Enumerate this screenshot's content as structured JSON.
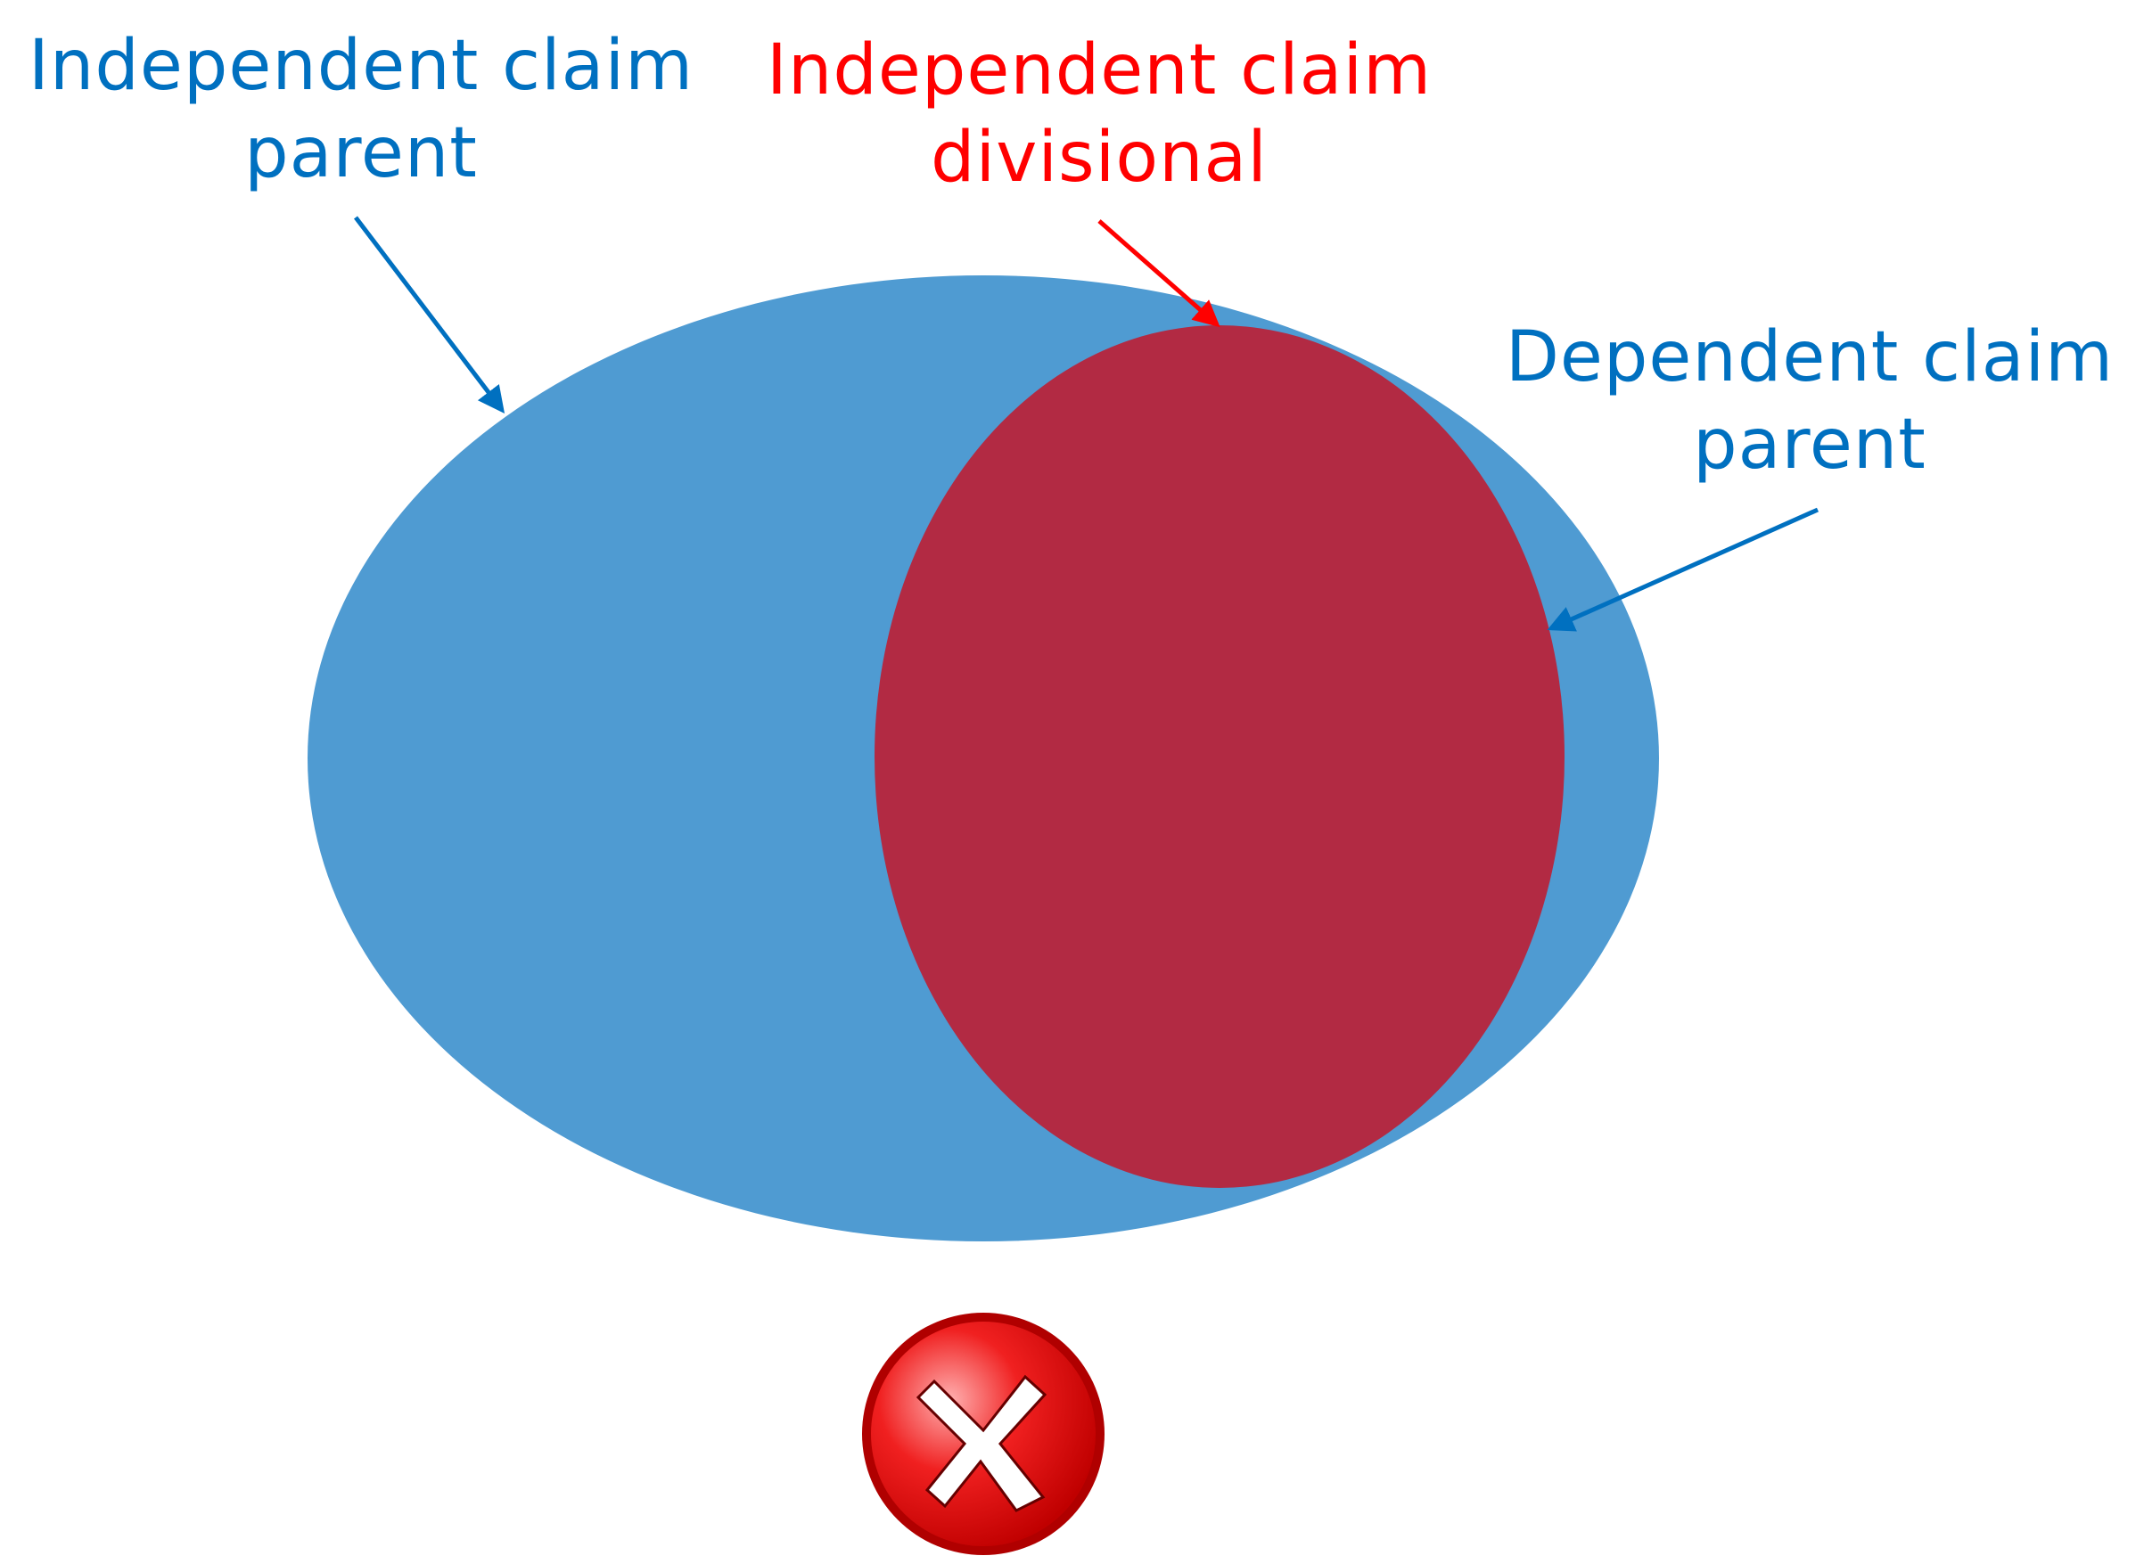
{
  "labels": {
    "independent_parent": {
      "line1": "Independent claim",
      "line2": "parent"
    },
    "independent_divisional": {
      "line1": "Independent claim",
      "line2": "divisional"
    },
    "dependent_parent": {
      "line1": "Dependent claim",
      "line2": "parent"
    }
  },
  "colors": {
    "parent_ellipse": "#4F9BD2",
    "divisional_ellipse": "#B22A43",
    "blue_text": "#0070C0",
    "red_text": "#FF0000",
    "reject_icon": "#E00000"
  },
  "icons": {
    "status": "red-x-reject-icon"
  }
}
